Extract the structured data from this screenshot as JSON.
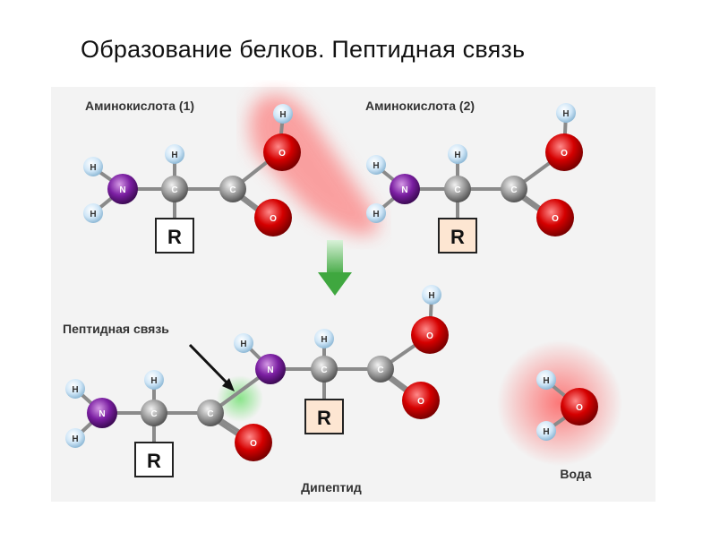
{
  "title": "Образование белков. Пептидная связь",
  "labels": {
    "amino1": "Аминокислота (1)",
    "amino2": "Аминокислота (2)",
    "peptide_bond": "Пептидная связь",
    "dipeptide": "Дипептид",
    "water": "Вода"
  },
  "atoms": {
    "H": "H",
    "N": "N",
    "C": "C",
    "O": "O",
    "R": "R"
  },
  "colors": {
    "hydrogen": "#cfe6f7",
    "nitrogen": "#7b1fa2",
    "carbon": "#9e9e9e",
    "oxygen": "#d50000",
    "highlight_red": "#ff6b6b",
    "highlight_green": "#7ee07e",
    "arrow": "#4caf50",
    "panel": "#f3f3f3",
    "r_box_fill_peach": "#fde6d2"
  },
  "icons": {
    "arrow": "down-arrow-icon"
  }
}
